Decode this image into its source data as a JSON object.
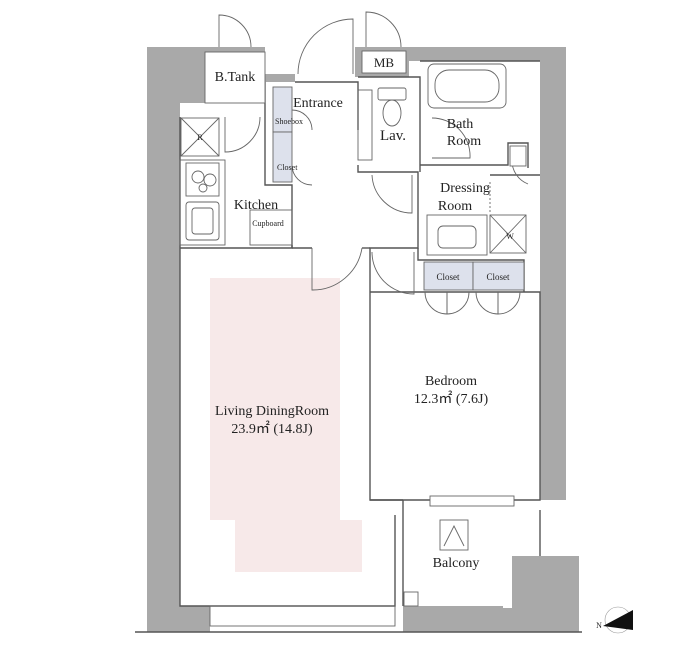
{
  "rooms": {
    "btank": "B.Tank",
    "mb": "MB",
    "entrance": "Entrance",
    "shoebox": "Shoebox",
    "closet_entrance": "Closet",
    "lav": "Lav.",
    "bath_line1": "Bath",
    "bath_line2": "Room",
    "dressing_line1": "Dressing",
    "dressing_line2": "Room",
    "kitchen": "Kitchen",
    "cupboard": "Cupboard",
    "closet_left": "Closet",
    "closet_right": "Closet",
    "ldk_name": "Living DiningRoom",
    "ldk_area": "23.9㎡ (14.8J)",
    "bedroom_name": "Bedroom",
    "bedroom_area": "12.3㎡ (7.6J)",
    "balcony": "Balcony"
  },
  "fixtures": {
    "refrigerator_mark": "R",
    "washer_mark": "W"
  },
  "compass": {
    "north_mark": "N"
  },
  "colors": {
    "wall": "#a9a9a9",
    "ldk_floor": "#f7e9e9",
    "closet": "#dde1ec"
  }
}
